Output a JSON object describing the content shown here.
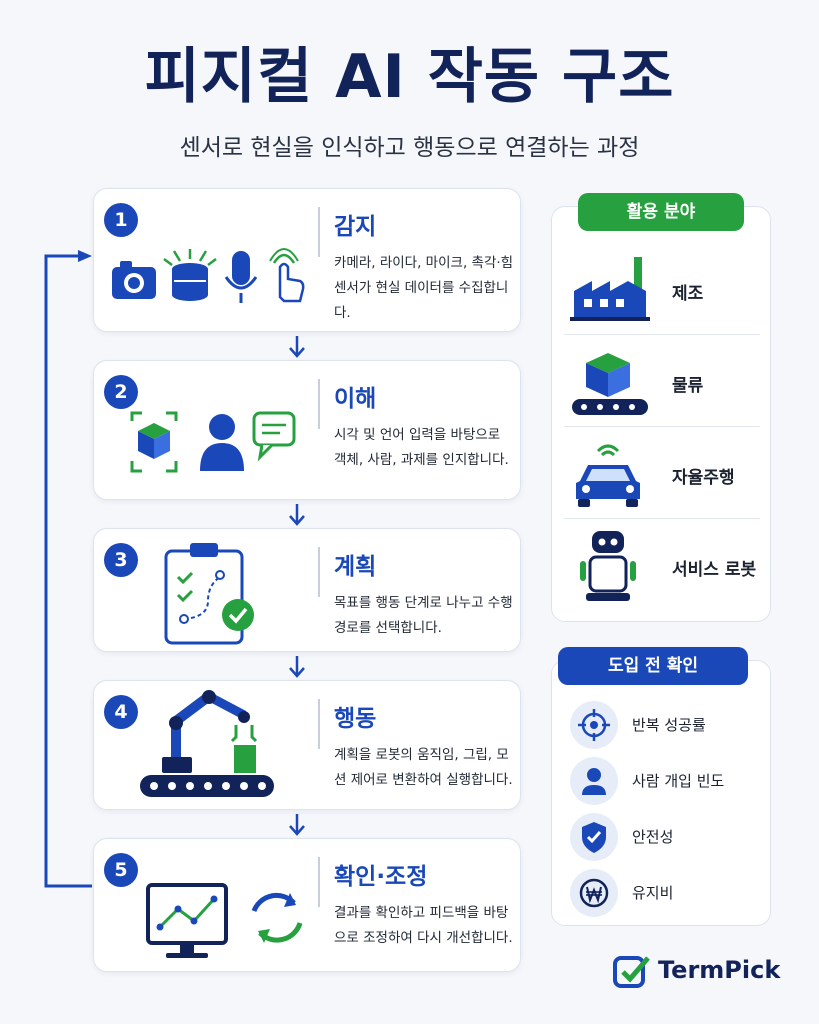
{
  "header": {
    "title": "피지컬 AI 작동 구조",
    "subtitle": "센서로 현실을 인식하고 행동으로 연결하는 과정"
  },
  "steps": [
    {
      "num": "1",
      "title": "감지",
      "desc": "카메라, 라이다, 마이크, 촉각·힘 센서가 현실 데이터를 수집합니다."
    },
    {
      "num": "2",
      "title": "이해",
      "desc": "시각 및 언어 입력을 바탕으로 객체, 사람, 과제를 인지합니다."
    },
    {
      "num": "3",
      "title": "계획",
      "desc": "목표를 행동 단계로 나누고 수행 경로를 선택합니다."
    },
    {
      "num": "4",
      "title": "행동",
      "desc": "계획을 로봇의 움직임, 그립, 모션 제어로 변환하여 실행합니다."
    },
    {
      "num": "5",
      "title": "확인·조정",
      "desc": "결과를 확인하고 피드백을 바탕으로 조정하여 다시 개선합니다."
    }
  ],
  "applications": {
    "heading": "활용 분야",
    "items": [
      "제조",
      "물류",
      "자율주행",
      "서비스 로봇"
    ]
  },
  "checklist": {
    "heading": "도입 전 확인",
    "items": [
      "반복 성공률",
      "사람 개입 빈도",
      "안전성",
      "유지비"
    ]
  },
  "brand": {
    "name": "TermPick"
  },
  "colors": {
    "primary": "#1a48b8",
    "accent_green": "#27a03f",
    "title": "#12235a"
  }
}
